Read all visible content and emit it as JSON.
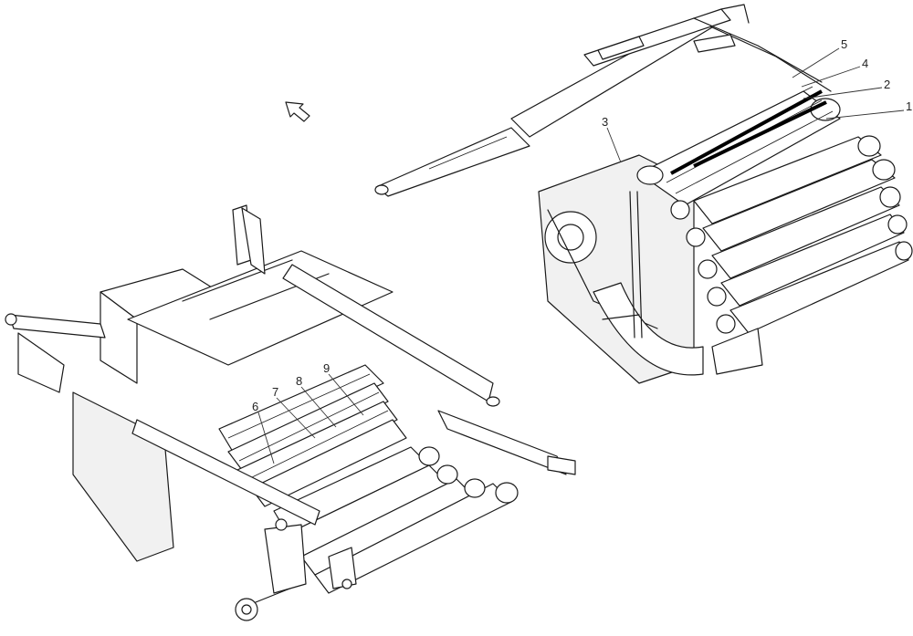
{
  "callouts": [
    {
      "id": "c1",
      "text": "1"
    },
    {
      "id": "c2",
      "text": "2"
    },
    {
      "id": "c3",
      "text": "3"
    },
    {
      "id": "c4",
      "text": "4"
    },
    {
      "id": "c5",
      "text": "5"
    },
    {
      "id": "c6",
      "text": "6"
    },
    {
      "id": "c7",
      "text": "7"
    },
    {
      "id": "c8",
      "text": "8"
    },
    {
      "id": "c9",
      "text": "9"
    }
  ],
  "icons": {
    "direction_arrow": "direction-arrow-icon"
  },
  "colors": {
    "line": "#1a1a1a",
    "background": "#ffffff"
  }
}
